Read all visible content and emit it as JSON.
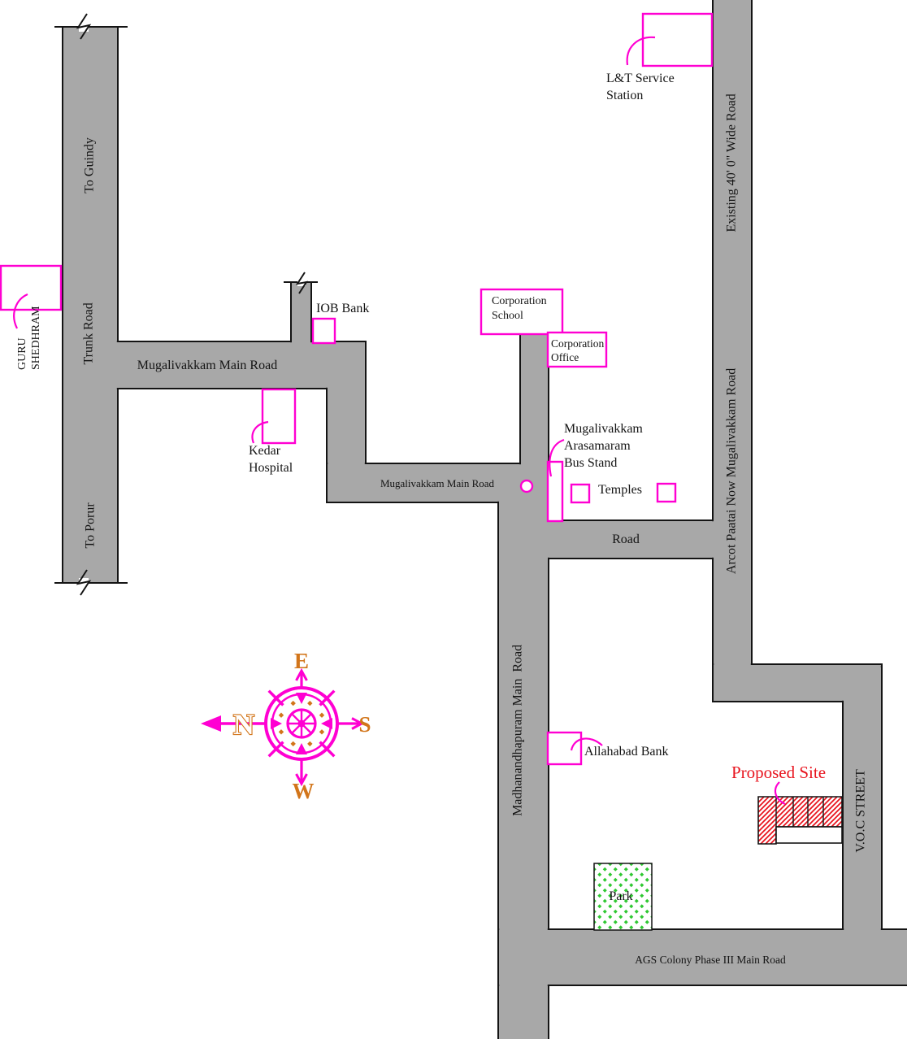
{
  "colors": {
    "road": "#a8a8a8",
    "ink": "#141414",
    "magenta": "#ff00d2",
    "red": "#e8141e",
    "green": "#2fc832",
    "orange": "#d2751a",
    "ornament": "#d2751a"
  },
  "roads": {
    "to_guindy": "To Guindy",
    "trunk_road": "Trunk Road",
    "to_porur": "To Porur",
    "mugalivakkam_main_upper": "Mugalivakkam Main Road",
    "mugalivakkam_main_lower": "Mugalivakkam Main Road",
    "road_label": "Road",
    "existing_wide_road": "Existing 40' 0\" Wide Road",
    "arcot_paatai": "Arcot Paatai Now Mugalivakkam Road",
    "madhanandhapuram": "Madhanandhapuram Main  Road",
    "voc_street": "V.O.C STREET",
    "ags_colony": "AGS Colony Phase III Main Road"
  },
  "landmarks": {
    "guru_shedhram": "GURU\nSHEDHRAM",
    "lt_service_station": "L&T Service\nStation",
    "iob_bank": "IOB Bank",
    "kedar_hospital": "Kedar\nHospital",
    "corporation_school": "Corporation\nSchool",
    "corporation_office": "Corporation\nOffice",
    "bus_stand": "Mugalivakkam\nArasamaram\nBus Stand",
    "temples": "Temples",
    "allahabad_bank": "Allahabad Bank",
    "park": "Park"
  },
  "site": {
    "proposed_site": "Proposed Site"
  },
  "compass": {
    "top": "E",
    "right": "S",
    "bottom": "W",
    "left": "N"
  }
}
